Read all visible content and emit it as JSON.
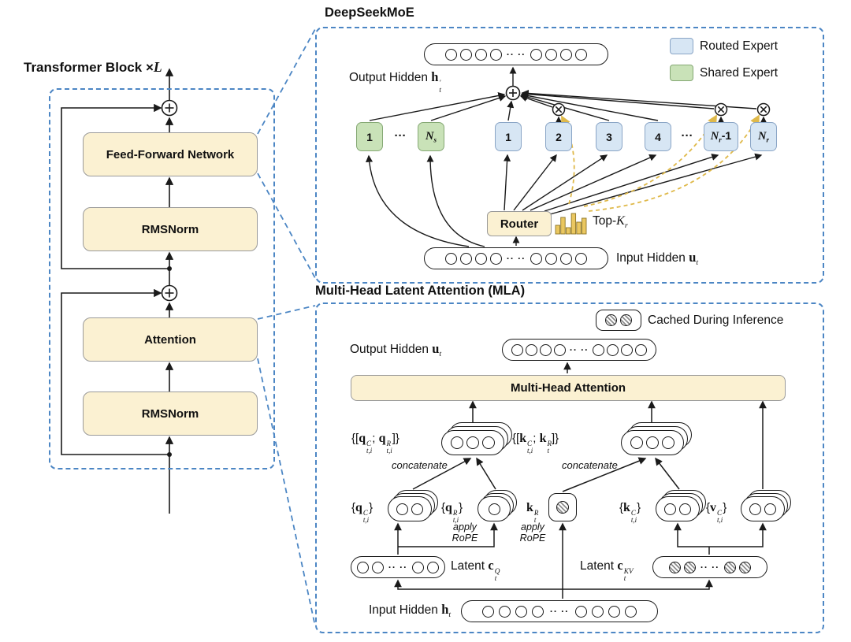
{
  "colors": {
    "panel_dash_blue": "#4c86c4",
    "box_yellow": "#fbf1d2",
    "routed_expert_blue": "#d7e6f4",
    "shared_expert_green": "#c9e2b8",
    "topk_dash_yellow": "#dfb94a",
    "wire": "#1a1a1a"
  },
  "transformer_block": {
    "title": [
      {
        "t": "Transformer Block ×"
      },
      {
        "i": "L"
      }
    ],
    "ffn_label": "Feed-Forward Network",
    "rmsnorm_upper_label": "RMSNorm",
    "attention_label": "Attention",
    "rmsnorm_lower_label": "RMSNorm"
  },
  "moe": {
    "title": "DeepSeekMoE",
    "output_label": [
      {
        "t": "Output Hidden "
      },
      {
        "b": "h"
      },
      {
        "ss": {
          "sup": "′",
          "sub": "t"
        }
      }
    ],
    "input_label": [
      {
        "t": "Input Hidden "
      },
      {
        "b": "u"
      },
      {
        "sub": "t"
      }
    ],
    "router_label": "Router",
    "topk_label": [
      {
        "t": "Top-"
      },
      {
        "i": "K"
      },
      {
        "sub": "r"
      }
    ],
    "legend": [
      {
        "label": "Routed Expert",
        "color": "#d7e6f4"
      },
      {
        "label": "Shared Expert",
        "color": "#c9e2b8"
      }
    ],
    "shared_experts": {
      "first": "1",
      "ellipsis": "···",
      "last": [
        {
          "i": "N"
        },
        {
          "sub": "s"
        }
      ]
    },
    "routed_experts": {
      "e1": "1",
      "e2": "2",
      "e3": "3",
      "e4": "4",
      "ellipsis": "···",
      "second_last": [
        {
          "i": "N"
        },
        {
          "sub": "r"
        },
        {
          "t": "-1"
        }
      ],
      "last": [
        {
          "i": "N"
        },
        {
          "sub": "r"
        }
      ]
    }
  },
  "mla": {
    "title": "Multi-Head Latent Attention (MLA)",
    "cache_legend": "Cached During Inference",
    "output_label": [
      {
        "t": "Output Hidden "
      },
      {
        "b": "u"
      },
      {
        "sub": "t"
      }
    ],
    "mha_label": "Multi-Head Attention",
    "q_concat_label": [
      {
        "t": "{["
      },
      {
        "b": "q"
      },
      {
        "ss": {
          "sup": "C",
          "sub": "t,i"
        }
      },
      {
        "t": "; "
      },
      {
        "b": "q"
      },
      {
        "ss": {
          "sup": "R",
          "sub": "t,i"
        }
      },
      {
        "t": "]}"
      }
    ],
    "k_concat_label": [
      {
        "t": "{["
      },
      {
        "b": "k"
      },
      {
        "ss": {
          "sup": "C",
          "sub": "t,i"
        }
      },
      {
        "t": "; "
      },
      {
        "b": "k"
      },
      {
        "ss": {
          "sup": "R",
          "sub": "t"
        }
      },
      {
        "t": "]}"
      }
    ],
    "concatenate_left": "concatenate",
    "concatenate_right": "concatenate",
    "qc_label": [
      {
        "t": "{"
      },
      {
        "b": "q"
      },
      {
        "ss": {
          "sup": "C",
          "sub": "t,i"
        }
      },
      {
        "t": "}"
      }
    ],
    "qr_label": [
      {
        "t": "{"
      },
      {
        "b": "q"
      },
      {
        "ss": {
          "sup": "R",
          "sub": "t,i"
        }
      },
      {
        "t": "}"
      }
    ],
    "kr_label": [
      {
        "b": "k"
      },
      {
        "ss": {
          "sup": "R",
          "sub": "t"
        }
      }
    ],
    "kc_label": [
      {
        "t": "{"
      },
      {
        "b": "k"
      },
      {
        "ss": {
          "sup": "C",
          "sub": "t,i"
        }
      },
      {
        "t": "}"
      }
    ],
    "vc_label": [
      {
        "t": "{"
      },
      {
        "b": "v"
      },
      {
        "ss": {
          "sup": "C",
          "sub": "t,i"
        }
      },
      {
        "t": "}"
      }
    ],
    "apply_rope_q": {
      "line1": "apply",
      "line2": "RoPE"
    },
    "apply_rope_k": {
      "line1": "apply",
      "line2": "RoPE"
    },
    "latent_q_label": [
      {
        "t": "Latent "
      },
      {
        "b": "c"
      },
      {
        "ss": {
          "sup": "Q",
          "sub": "t"
        }
      }
    ],
    "latent_kv_label": [
      {
        "t": "Latent "
      },
      {
        "b": "c"
      },
      {
        "ss": {
          "sup": "KV",
          "sub": "t"
        }
      }
    ],
    "input_label": [
      {
        "t": "Input Hidden "
      },
      {
        "b": "h"
      },
      {
        "sub": "t"
      }
    ]
  },
  "glyphs": {
    "pill_dots": "·· ··"
  }
}
